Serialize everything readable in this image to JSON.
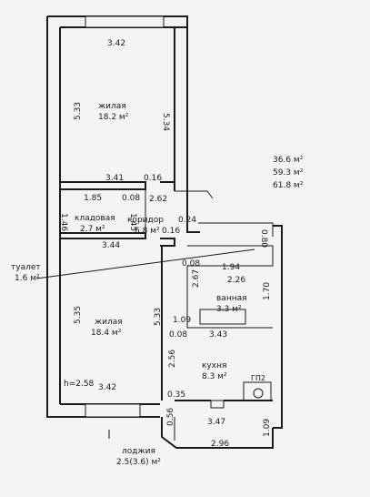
{
  "totals": {
    "line1": "36.6 м²",
    "line2": "59.3 м²",
    "line3": "61.8 м²"
  },
  "rooms": {
    "living_top": {
      "name": "жилая",
      "area": "18.2 м²"
    },
    "storage": {
      "name": "кладовая",
      "area": "2.7 м²"
    },
    "corridor": {
      "name": "коридор",
      "area": "6.8 м²"
    },
    "toilet": {
      "name": "туалет",
      "area": "1.6 м²"
    },
    "bath": {
      "name": "ванная",
      "area": "3.3 м²"
    },
    "living_bottom": {
      "name": "жилая",
      "area": "18.4 м²"
    },
    "kitchen": {
      "name": "кухня",
      "area": "8.3 м²"
    },
    "loggia": {
      "name": "лоджия",
      "area": "2.5(3.6) м²"
    }
  },
  "stove_label": "ГП2",
  "ceiling_height": "h=2.58",
  "dims": {
    "top_width": "3.42",
    "top_left_h": "5.33",
    "top_right_h": "5.34",
    "d_341": "3.41",
    "d_016a": "0.16",
    "d_185": "1.85",
    "d_008a": "0.08",
    "d_262": "2.62",
    "d_146": "1.46",
    "d_145": "1.45",
    "d_024": "0.24",
    "d_016b": "0.16",
    "d_344": "3.44",
    "d_008b": "0.08",
    "d_194": "1.94",
    "d_080": "0.80",
    "d_267": "2.67",
    "d_226": "2.26",
    "d_170": "1.70",
    "d_535": "5.35",
    "d_533": "5.33",
    "d_109": "1.09",
    "d_008c": "0.08",
    "d_343": "3.43",
    "d_256": "2.56",
    "bottom_width": "3.42",
    "d_035": "0.35",
    "d_056": "0.56",
    "d_347": "3.47",
    "d_109b": "1.09",
    "d_296": "2.96"
  }
}
